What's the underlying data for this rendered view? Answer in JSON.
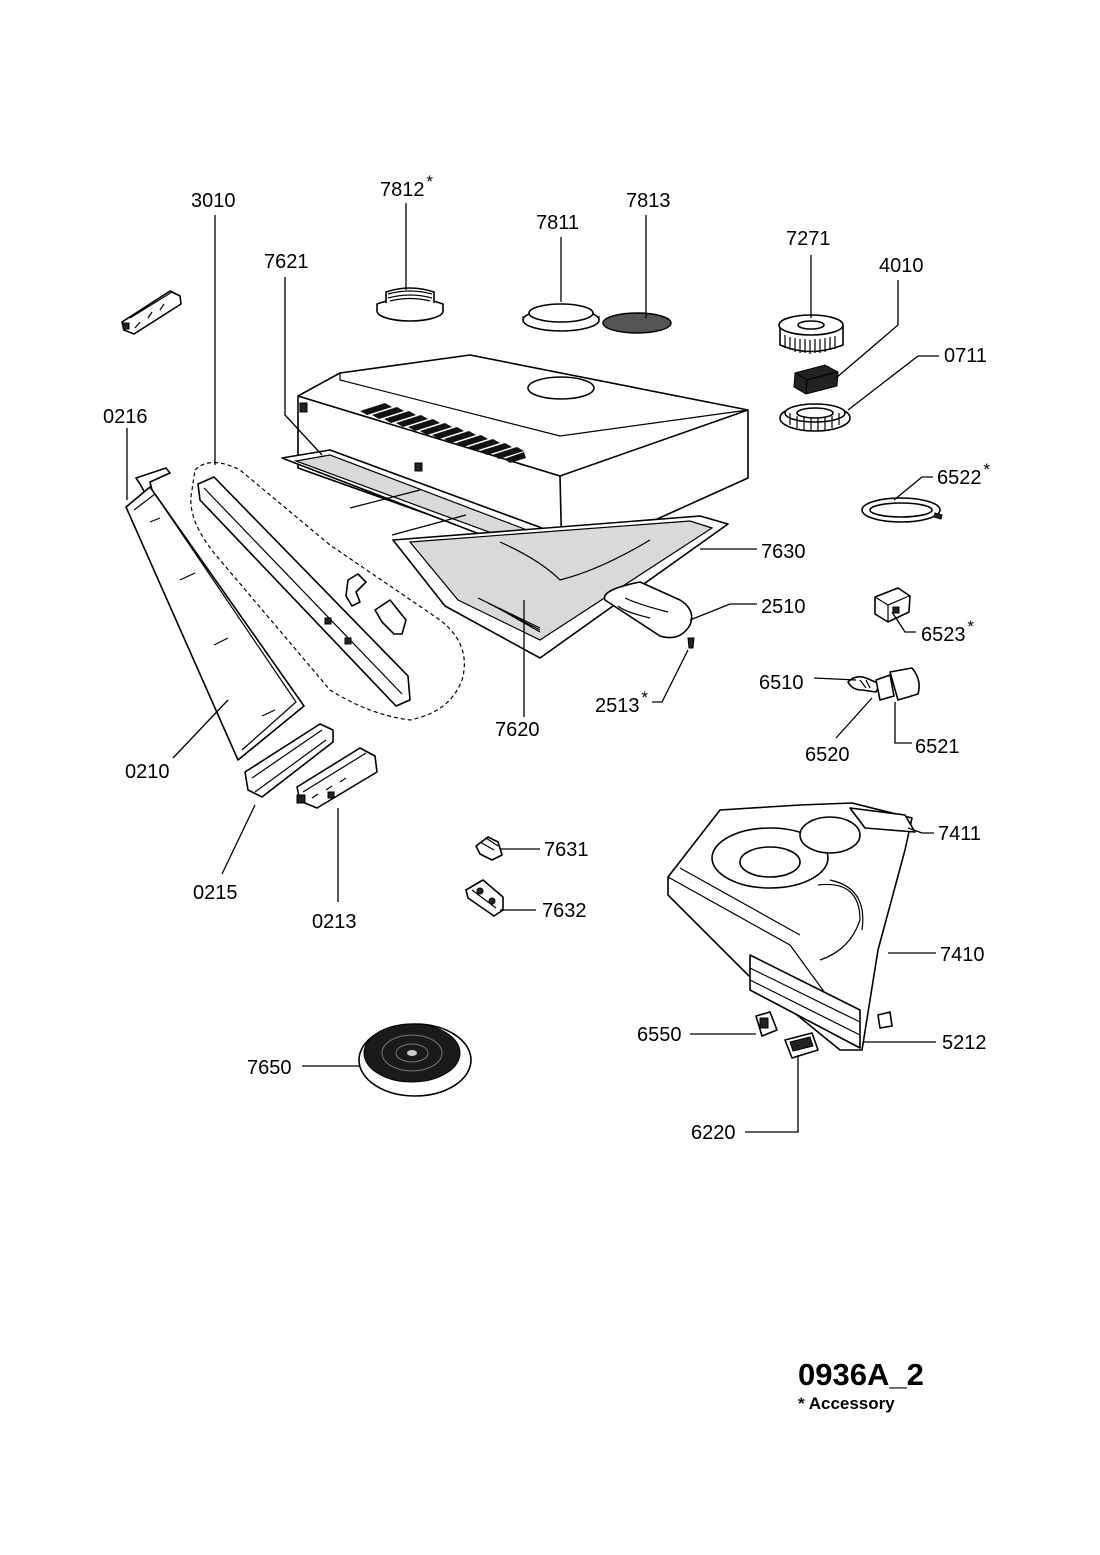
{
  "drawing": {
    "code": "0936A_2",
    "note": "* Accessory"
  },
  "parts": [
    {
      "id": "p3010",
      "number": "3010",
      "accessory": false
    },
    {
      "id": "p7812",
      "number": "7812",
      "accessory": true
    },
    {
      "id": "p7811",
      "number": "7811",
      "accessory": false
    },
    {
      "id": "p7813",
      "number": "7813",
      "accessory": false
    },
    {
      "id": "p7271",
      "number": "7271",
      "accessory": false
    },
    {
      "id": "p4010",
      "number": "4010",
      "accessory": false
    },
    {
      "id": "p0711",
      "number": "0711",
      "accessory": false
    },
    {
      "id": "p7621",
      "number": "7621",
      "accessory": false
    },
    {
      "id": "p0216",
      "number": "0216",
      "accessory": false
    },
    {
      "id": "p6522",
      "number": "6522",
      "accessory": true
    },
    {
      "id": "p7630",
      "number": "7630",
      "accessory": false
    },
    {
      "id": "p2510",
      "number": "2510",
      "accessory": false
    },
    {
      "id": "p6523",
      "number": "6523",
      "accessory": true
    },
    {
      "id": "p6510",
      "number": "6510",
      "accessory": false
    },
    {
      "id": "p2513",
      "number": "2513",
      "accessory": true
    },
    {
      "id": "p7620",
      "number": "7620",
      "accessory": false
    },
    {
      "id": "p6520",
      "number": "6520",
      "accessory": false
    },
    {
      "id": "p6521",
      "number": "6521",
      "accessory": false
    },
    {
      "id": "p0210",
      "number": "0210",
      "accessory": false
    },
    {
      "id": "p0215",
      "number": "0215",
      "accessory": false
    },
    {
      "id": "p0213",
      "number": "0213",
      "accessory": false
    },
    {
      "id": "p7411",
      "number": "7411",
      "accessory": false
    },
    {
      "id": "p7631",
      "number": "7631",
      "accessory": false
    },
    {
      "id": "p7632",
      "number": "7632",
      "accessory": false
    },
    {
      "id": "p7410",
      "number": "7410",
      "accessory": false
    },
    {
      "id": "p6550",
      "number": "6550",
      "accessory": false
    },
    {
      "id": "p5212",
      "number": "5212",
      "accessory": false
    },
    {
      "id": "p7650",
      "number": "7650",
      "accessory": false
    },
    {
      "id": "p6220",
      "number": "6220",
      "accessory": false
    }
  ],
  "accessory_mark": "*"
}
